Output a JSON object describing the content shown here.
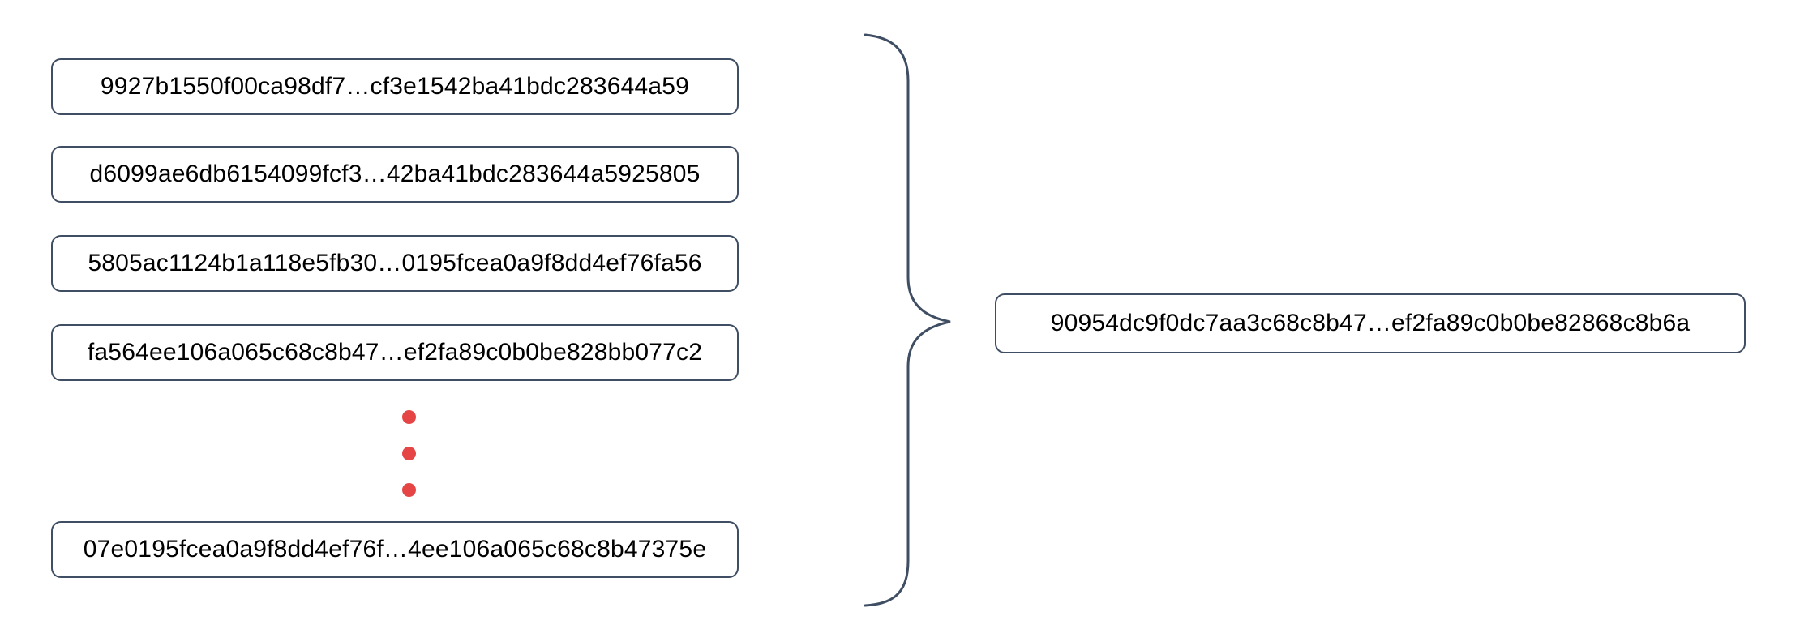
{
  "diagram": {
    "input_hashes": [
      "9927b1550f00ca98df7…cf3e1542ba41bdc283644a59",
      "d6099ae6db6154099fcf3…42ba41bdc283644a5925805",
      "5805ac1124b1a118e5fb30…0195fcea0a9f8dd4ef76fa56",
      "fa564ee106a065c68c8b47…ef2fa89c0b0be828bb077c2",
      "07e0195fcea0a9f8dd4ef76f…4ee106a065c68c8b47375e"
    ],
    "result_hash": "90954dc9f0dc7aa3c68c8b47…ef2fa89c0b0be82868c8b6a",
    "colors": {
      "stroke": "#3f4e63",
      "dot": "#e64545",
      "text": "#000000",
      "background": "#ffffff"
    }
  }
}
